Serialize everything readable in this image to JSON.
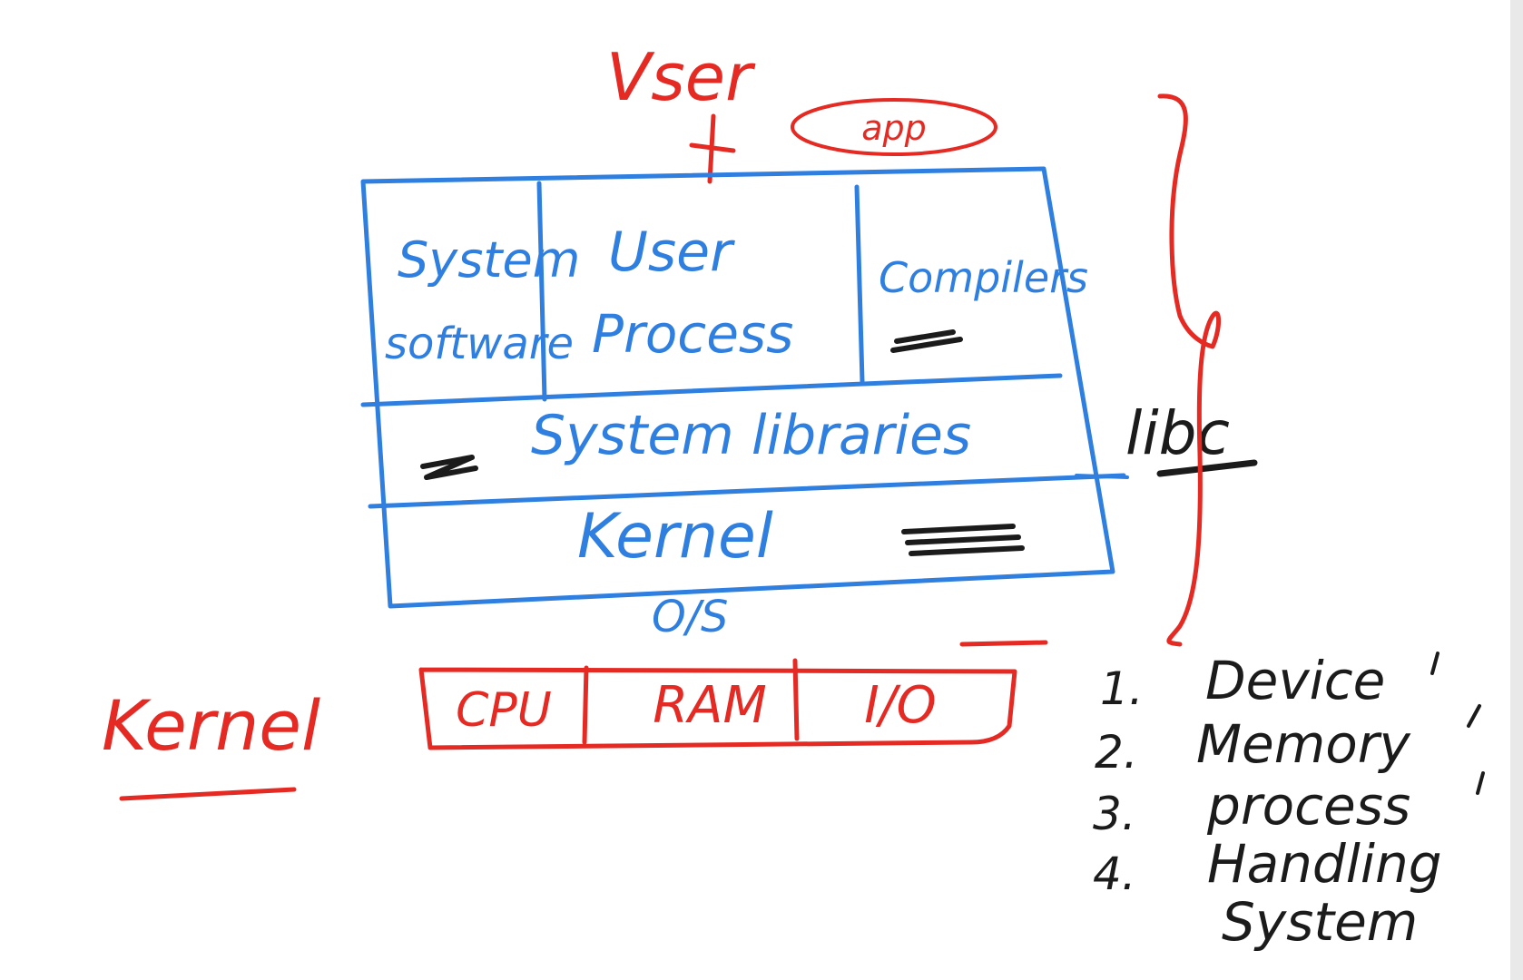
{
  "colors": {
    "blue": "#2f7fe0",
    "red": "#e52a23",
    "black": "#1b1b1b",
    "background": "#ffffff"
  },
  "top_label": "Vser",
  "app_label": "app",
  "os_box": {
    "cell_system_software_line1": "System",
    "cell_system_software_line2": "software",
    "cell_user_process_line1": "User",
    "cell_user_process_line2": "Process",
    "cell_compilers": "Compilers",
    "row_system_libraries": "System libraries",
    "row_kernel": "Kernel",
    "caption": "O/S"
  },
  "libc_label": "libc",
  "hardware": {
    "cells": [
      "CPU",
      "RAM",
      "I/O"
    ]
  },
  "kernel_heading": "Kernel",
  "kernel_functions": [
    {
      "number": "1.",
      "text": "Device"
    },
    {
      "number": "2.",
      "text": "Memory"
    },
    {
      "number": "3.",
      "text": "process"
    },
    {
      "number": "4.",
      "text": "Handling"
    }
  ],
  "kernel_functions_tail": "System"
}
